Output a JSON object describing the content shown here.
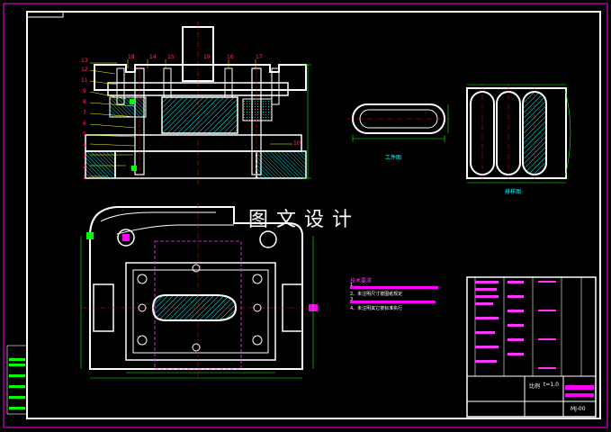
{
  "watermark": "图文设计",
  "views": {
    "part_view_label": "工件图",
    "layout_view_label": "排样图"
  },
  "part_numbers": [
    "1",
    "2",
    "3",
    "4",
    "5",
    "6",
    "7",
    "8",
    "9",
    "10",
    "11",
    "12",
    "13",
    "14",
    "15",
    "16",
    "17",
    "18",
    "19"
  ],
  "tech_requirements": {
    "title": "技术要求",
    "notes": [
      "1",
      "2、未注明尺寸按图纸规定",
      "3",
      "4、未注明其它按标准执行"
    ]
  },
  "title_block": {
    "scale_label": "比例",
    "thickness": "t=1.0",
    "drawing_no": "MJ-00"
  },
  "colors": {
    "background": "#000000",
    "frame": "#ff00ff",
    "outline": "#ffffff",
    "dimension": "#00ff00",
    "hatch": "#00ffff",
    "centerline": "#ff0000",
    "label": "#ff3366",
    "leader": "#ffff00"
  }
}
